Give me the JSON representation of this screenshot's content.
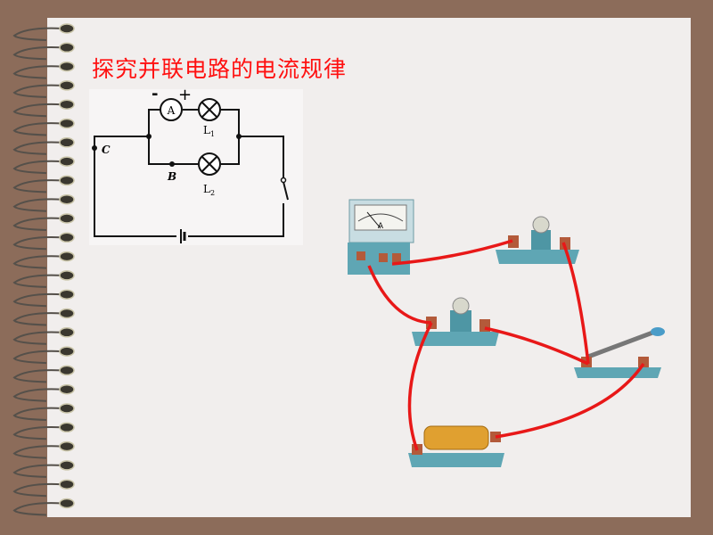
{
  "slide": {
    "title": "探究并联电路的电流规律"
  },
  "circuit_diagram": {
    "minus_sign": "-",
    "plus_sign": "+",
    "ammeter_label": "A",
    "lamp1_label": "L",
    "lamp1_subscript": "1",
    "lamp2_label": "L",
    "lamp2_subscript": "2",
    "point_b": "B",
    "point_c": "C"
  },
  "apparatus": {
    "ammeter_dial_label": "A",
    "wire_color": "#e81818",
    "base_color": "#5fa6b4"
  }
}
